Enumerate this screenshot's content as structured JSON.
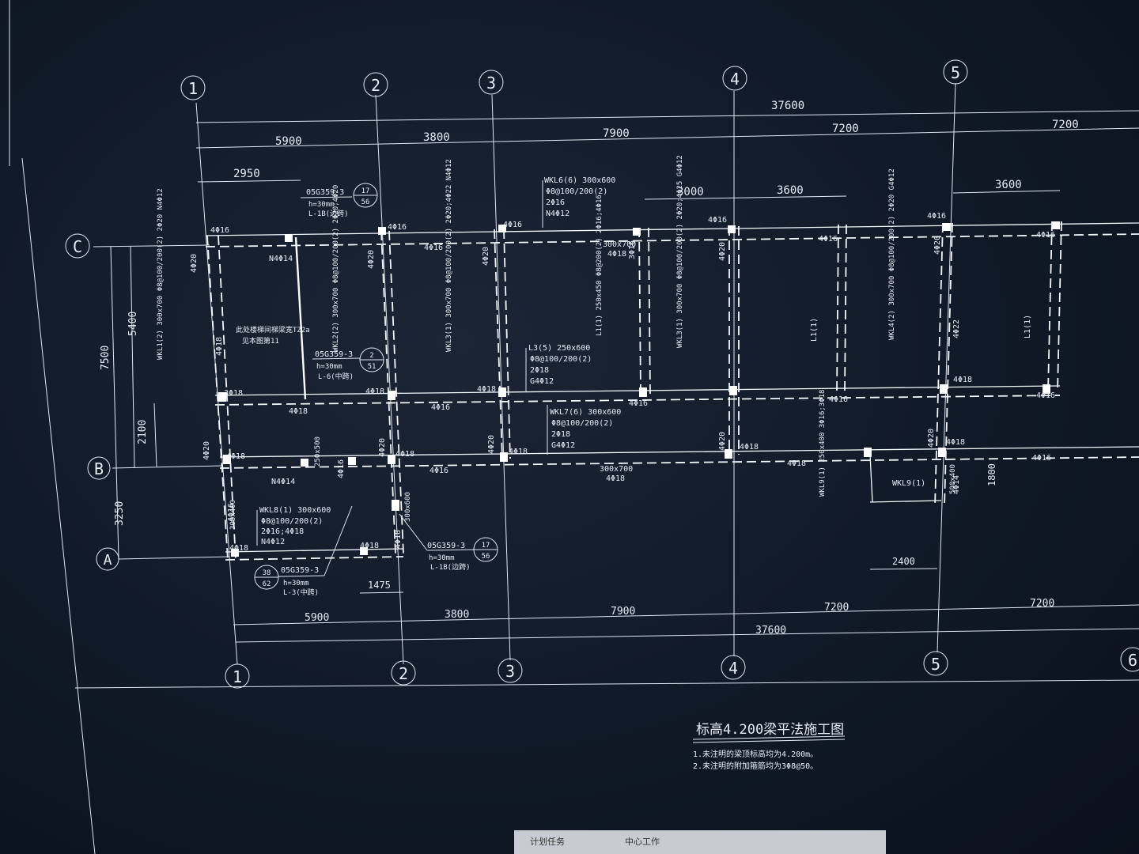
{
  "drawing": {
    "title": "标高4.200梁平法施工图",
    "notes": [
      "1.未注明的梁顶标高均为4.200m。",
      "2.未注明的附加箍筋均为3Φ8@50。"
    ],
    "axes_top": [
      "1",
      "2",
      "3",
      "4",
      "5"
    ],
    "axes_bottom": [
      "1",
      "2",
      "3",
      "4",
      "5",
      "6"
    ],
    "axes_left": [
      "C",
      "B",
      "A"
    ],
    "dims_top_total": "37600",
    "dims_top": [
      "5900",
      "3800",
      "7900",
      "7200",
      "7200"
    ],
    "dims_top_sub": [
      "2950",
      "3000",
      "3600",
      "3600"
    ],
    "dims_bottom": [
      "5900",
      "3800",
      "7900",
      "7200",
      "7200"
    ],
    "dims_bottom_total": "37600",
    "dims_bottom_sub": [
      "1475",
      "2400"
    ],
    "dims_left": [
      "7500",
      "5400",
      "2100",
      "3250"
    ],
    "dim_right": "1800",
    "callouts": [
      {
        "ref": "05G359-3",
        "h": "h=30mm",
        "beam": "L-1B(边跨)",
        "num": "17",
        "den": "56"
      },
      {
        "ref": "05G359-3",
        "h": "h=30mm",
        "beam": "L-6(中跨)",
        "num": "2",
        "den": "51"
      },
      {
        "ref": "05G359-3",
        "h": "h=30mm",
        "beam": "L-1B(边跨)",
        "num": "17",
        "den": "56"
      },
      {
        "ref": "05G359-3",
        "h": "h=30mm",
        "beam": "L-3(中跨)",
        "num": "38",
        "den": "62"
      }
    ],
    "beams": {
      "wkl6": [
        "WKL6(6) 300x600",
        "Φ8@100/200(2)",
        "2Φ16",
        "N4Φ12"
      ],
      "wkl7": [
        "WKL7(6) 300x600",
        "Φ8@100/200(2)",
        "2Φ18",
        "G4Φ12"
      ],
      "wkl8": [
        "WKL8(1) 300x600",
        "Φ8@100/200(2)",
        "2Φ16;4Φ18",
        "N4Φ12"
      ],
      "l3": [
        "L3(5) 250x600",
        "Φ8@100/200(2)",
        "2Φ18",
        "G4Φ12"
      ],
      "wkl1_v": "WKL1(2) 300x700 Φ8@100/200(2) 2Φ20 N4Φ12",
      "wkl2_v": "WKL2(2) 300x700 Φ8@100/200(2) 2Φ20;4Φ20",
      "wkl3_v": "WKL3(1) 300x700 Φ8@100/200(2) 2Φ20;4Φ22 N4Φ12",
      "l1_v": "L1(1) 250x450 Φ8@200(2) 2Φ16;4Φ16",
      "wkl3b_v": "WKL3(1) 300x700 Φ8@100/200(2) 2Φ20;4Φ25 G4Φ12",
      "wkl4_v": "WKL4(2) 300x700 Φ8@100/200(2) 2Φ20 G4Φ12",
      "l1_short": "L1(1)",
      "wkl9_v": "WKL9(1) 250x400 3Φ16;3Φ18",
      "wkl9_h": "WKL9(1)",
      "v300x400": "300x400",
      "v500x600": "500x600",
      "v500x400": "500x400",
      "v300x600": "300x600",
      "v500x500": "250x500",
      "mid_300x700": "300x700",
      "mid_4c18": "4Φ18",
      "bot_300x700": "300x700",
      "bot_4c18": "4Φ18",
      "note_cn": [
        "此处楼梯间梯梁宽TZ2a",
        "见本图第11"
      ]
    },
    "rebar_labels": [
      "4Φ16",
      "4Φ18",
      "4Φ20",
      "4Φ22",
      "3Φ16",
      "3Φ18",
      "N4Φ14",
      "4Φ14",
      "4Φ25"
    ]
  },
  "taskbar": {
    "items": [
      "计划任务",
      "中心工作"
    ]
  }
}
